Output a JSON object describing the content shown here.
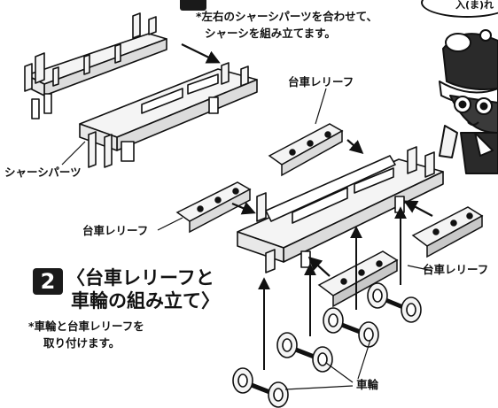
{
  "step1": {
    "note": "*左右のシャーシパーツを合わせて、\nシャーシを組み立てます。",
    "note_line1": "*左右のシャーシパーツを合わせて、",
    "note_line2": "シャーシを組み立てます。"
  },
  "speech_bubble": {
    "text": "入(ま)れ"
  },
  "step2": {
    "number": "2",
    "heading_line1": "〈台車レリーフと",
    "heading_line2": "車輪の組み立て〉",
    "note_line1": "*車輪と台車レリーフを",
    "note_line2": "取り付けます。"
  },
  "labels": {
    "chassis_parts": "シャーシパーツ",
    "bogie_relief_top": "台車レリーフ",
    "bogie_relief_left": "台車レリーフ",
    "bogie_relief_right": "台車レリーフ",
    "wheels": "車輪"
  },
  "colors": {
    "ink": "#111111",
    "paper": "#ffffff",
    "part": "#f4f4f4",
    "shade": "#d8d8d8"
  }
}
